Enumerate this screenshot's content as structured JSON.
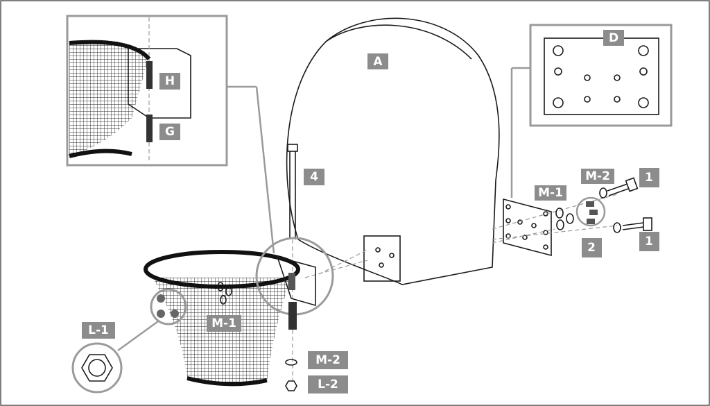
{
  "labels": {
    "A": "A",
    "D": "D",
    "H": "H",
    "G": "G",
    "bolt_4": "4",
    "m1_right": "M-1",
    "m2_right": "M-2",
    "bolt_1_top": "1",
    "bolt_1_bottom": "1",
    "nut_2": "2",
    "m1_left": "M-1",
    "l1": "L-1",
    "m2_bottom": "M-2",
    "l2": "L-2"
  },
  "colors": {
    "label_bg": "#8c8c8c",
    "line": "#1a1a1a",
    "callout": "#9a9a9a"
  }
}
